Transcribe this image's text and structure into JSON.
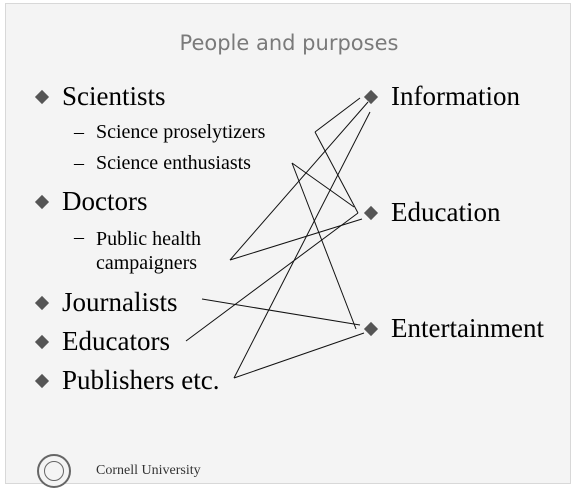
{
  "slide": {
    "title": "People and purposes",
    "footer": "Cornell University"
  },
  "people": [
    {
      "label": "Scientists",
      "level": 1
    },
    {
      "label": "Science proselytizers",
      "level": 2
    },
    {
      "label": "Science enthusiasts",
      "level": 2
    },
    {
      "label": "Doctors",
      "level": 1
    },
    {
      "label": "Public health campaigners",
      "level": 2
    },
    {
      "label": "Journalists",
      "level": 1
    },
    {
      "label": "Educators",
      "level": 1
    },
    {
      "label": "Publishers etc.",
      "level": 1
    }
  ],
  "purposes": [
    {
      "label": "Information"
    },
    {
      "label": "Education"
    },
    {
      "label": "Entertainment"
    }
  ],
  "connections": [
    [
      "Science proselytizers",
      "Information"
    ],
    [
      "Science proselytizers",
      "Education"
    ],
    [
      "Science enthusiasts",
      "Education"
    ],
    [
      "Science enthusiasts",
      "Entertainment"
    ],
    [
      "Public health campaigners",
      "Information"
    ],
    [
      "Public health campaigners",
      "Education"
    ],
    [
      "Journalists",
      "Entertainment"
    ],
    [
      "Educators",
      "Education"
    ],
    [
      "Publishers etc.",
      "Information"
    ],
    [
      "Publishers etc.",
      "Entertainment"
    ]
  ]
}
